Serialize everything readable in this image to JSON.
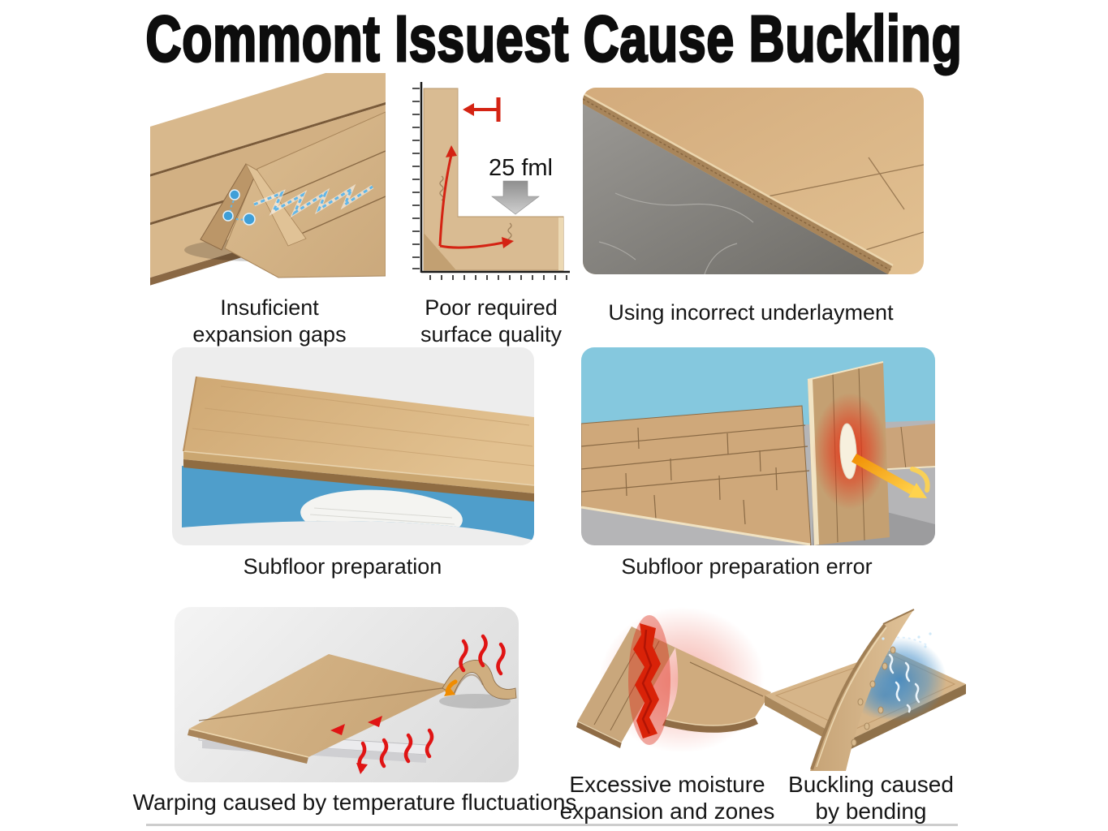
{
  "title": "Commont Issuest Cause Buckling",
  "annotations": {
    "gap_measurement": "25 fml"
  },
  "captions": {
    "insufficient_gaps": [
      "Insuficient",
      "expansion gaps"
    ],
    "surface_quality": [
      "Poor required",
      "surface quality"
    ],
    "underlayment": [
      "Using incorrect underlayment"
    ],
    "subfloor_preparation": [
      "Subfloor preparation"
    ],
    "subfloor_error": [
      "Subfloor preparation error"
    ],
    "warping": [
      "Warping caused by temperature fluctuations"
    ],
    "moisture": [
      "Excessive moisture",
      "expansion and zones"
    ],
    "bending": [
      "Buckling caused",
      "by bending"
    ]
  },
  "colors": {
    "wood_light": "#d8b88c",
    "wood_mid": "#c9a87a",
    "wood_edge_dark": "#8a6844",
    "underlayment_blue": "#4f9ecb",
    "sky_blue": "#85c8de",
    "stone_gray": "#8d8b86",
    "floor_gray": "#b5b5b7",
    "alert_red": "#d92208",
    "arrow_yellow": "#f7b500",
    "arrow_gray": "#9a9a9a",
    "text_black": "#111111"
  }
}
